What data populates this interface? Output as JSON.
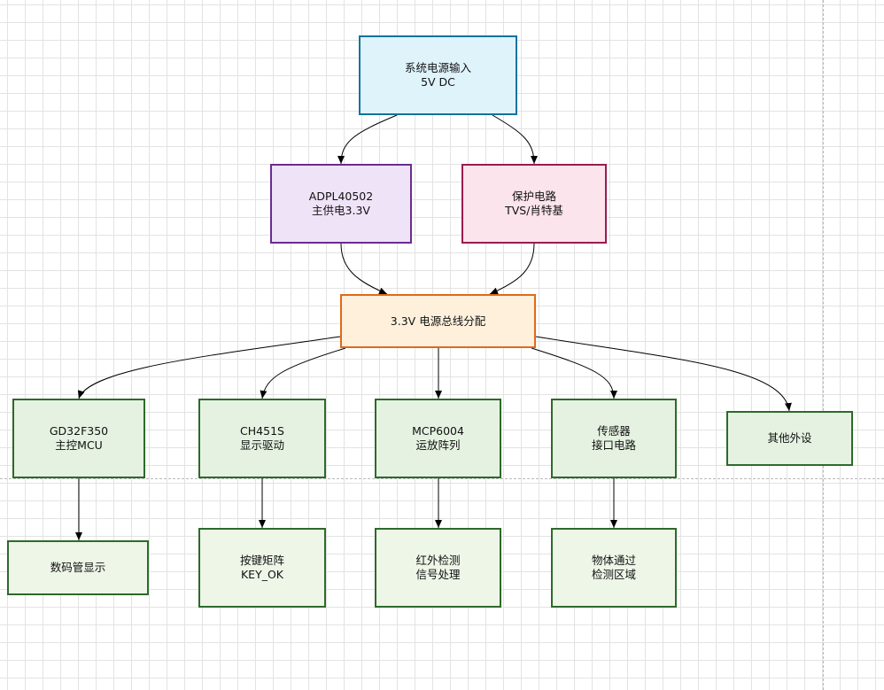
{
  "diagram": {
    "nodes": [
      {
        "id": "power_input",
        "lines": [
          "系统电源输入",
          "5V DC"
        ],
        "fill": "#dff3fb",
        "stroke": "#10739e"
      },
      {
        "id": "adpl",
        "lines": [
          "ADPL40502",
          "主供电3.3V"
        ],
        "fill": "#efe3f7",
        "stroke": "#6a2c91"
      },
      {
        "id": "protection",
        "lines": [
          "保护电路",
          "TVS/肖特基"
        ],
        "fill": "#fbe4ec",
        "stroke": "#9a1b4f"
      },
      {
        "id": "bus",
        "lines": [
          "3.3V 电源总线分配"
        ],
        "fill": "#fff0dc",
        "stroke": "#e0691b"
      },
      {
        "id": "mcu",
        "lines": [
          "GD32F350",
          "主控MCU"
        ],
        "fill": "#e5f2e1",
        "stroke": "#2d6a2a"
      },
      {
        "id": "ch451s",
        "lines": [
          "CH451S",
          "显示驱动"
        ],
        "fill": "#e5f2e1",
        "stroke": "#2d6a2a"
      },
      {
        "id": "mcp6004",
        "lines": [
          "MCP6004",
          "运放阵列"
        ],
        "fill": "#e5f2e1",
        "stroke": "#2d6a2a"
      },
      {
        "id": "sensor",
        "lines": [
          "传感器",
          "接口电路"
        ],
        "fill": "#e5f2e1",
        "stroke": "#2d6a2a"
      },
      {
        "id": "other",
        "lines": [
          "其他外设"
        ],
        "fill": "#e5f2e1",
        "stroke": "#2d6a2a"
      },
      {
        "id": "digit_display",
        "lines": [
          "数码管显示"
        ],
        "fill": "#eef6e8",
        "stroke": "#2d6a2a"
      },
      {
        "id": "keypad",
        "lines": [
          "按键矩阵",
          "KEY_OK"
        ],
        "fill": "#eef6e8",
        "stroke": "#2d6a2a"
      },
      {
        "id": "ir",
        "lines": [
          "红外检测",
          "信号处理"
        ],
        "fill": "#eef6e8",
        "stroke": "#2d6a2a"
      },
      {
        "id": "object",
        "lines": [
          "物体通过",
          "检测区域"
        ],
        "fill": "#eef6e8",
        "stroke": "#2d6a2a"
      }
    ],
    "edges": [
      {
        "from": "power_input",
        "to": "adpl"
      },
      {
        "from": "power_input",
        "to": "protection"
      },
      {
        "from": "adpl",
        "to": "bus"
      },
      {
        "from": "protection",
        "to": "bus"
      },
      {
        "from": "bus",
        "to": "mcu"
      },
      {
        "from": "bus",
        "to": "ch451s"
      },
      {
        "from": "bus",
        "to": "mcp6004"
      },
      {
        "from": "bus",
        "to": "sensor"
      },
      {
        "from": "bus",
        "to": "other"
      },
      {
        "from": "mcu",
        "to": "digit_display"
      },
      {
        "from": "ch451s",
        "to": "keypad"
      },
      {
        "from": "mcp6004",
        "to": "ir"
      },
      {
        "from": "sensor",
        "to": "object"
      }
    ]
  }
}
